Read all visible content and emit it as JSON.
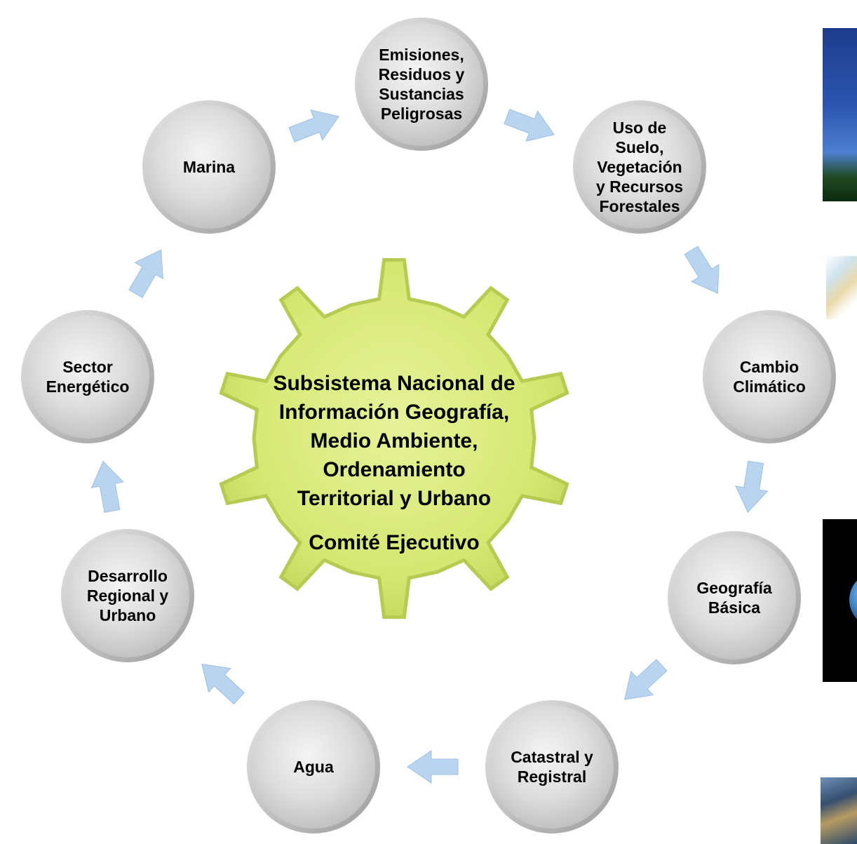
{
  "diagram": {
    "center": {
      "title_lines": [
        "Subsistema Nacional de",
        "Información Geografía,",
        "Medio Ambiente,",
        "Ordenamiento",
        "Territorial y Urbano"
      ],
      "subtitle": "Comité Ejecutivo",
      "fill_color": "#d8ea7c",
      "stroke_color": "#b7cb52"
    },
    "nodes": [
      {
        "id": "emisiones",
        "lines": [
          "Emisiones,",
          "Residuos y",
          "Sustancias",
          "Peligrosas"
        ]
      },
      {
        "id": "uso-suelo",
        "lines": [
          "Uso de",
          "Suelo,",
          "Vegetación",
          "y Recursos",
          "Forestales"
        ]
      },
      {
        "id": "cambio-climatico",
        "lines": [
          "Cambio",
          "Climático"
        ]
      },
      {
        "id": "geografia-basica",
        "lines": [
          "Geografía",
          "Básica"
        ]
      },
      {
        "id": "catastral",
        "lines": [
          "Catastral y",
          "Registral"
        ]
      },
      {
        "id": "agua",
        "lines": [
          "Agua"
        ]
      },
      {
        "id": "desarrollo",
        "lines": [
          "Desarrollo",
          "Regional y",
          "Urbano"
        ]
      },
      {
        "id": "sector-energetico",
        "lines": [
          "Sector",
          "Energético"
        ]
      },
      {
        "id": "marina",
        "lines": [
          "Marina"
        ]
      }
    ],
    "node_color": "#d9d9d9",
    "arrow_color": "#b8d4ef"
  },
  "photos": [
    "photo-sky",
    "photo-map",
    "photo-earth",
    "photo-sat"
  ]
}
